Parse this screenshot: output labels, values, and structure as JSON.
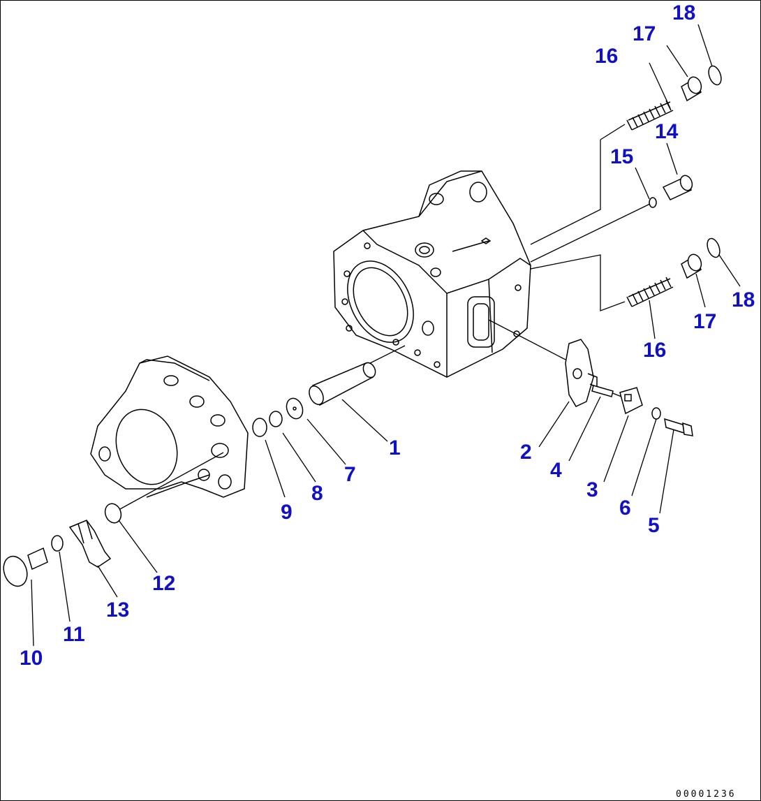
{
  "diagram": {
    "callouts": [
      "1",
      "2",
      "3",
      "4",
      "5",
      "6",
      "7",
      "8",
      "9",
      "10",
      "11",
      "12",
      "13",
      "14",
      "15",
      "16",
      "17",
      "18",
      "16",
      "17",
      "18"
    ],
    "drawing_number": "00001236"
  }
}
